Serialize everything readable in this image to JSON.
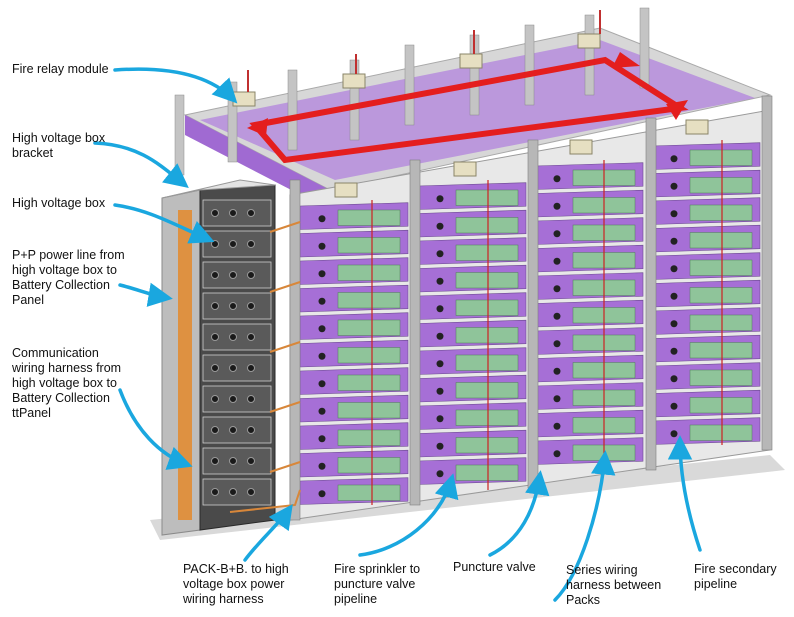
{
  "labels": {
    "fire_relay_module": "Fire relay module",
    "hv_box_bracket": "High voltage box\nbracket",
    "hv_box": "High voltage box",
    "pp_power_line": " P+P power line from\nhigh voltage box to\nBattery Collection\nPanel",
    "comm_harness": "Communication\nwiring harness from\nhigh voltage box to\nBattery Collection\nttPanel",
    "pack_harness": "PACK-B+B. to high\nvoltage box power\nwiring harness",
    "fire_sprinkler": "Fire sprinkler to\npuncture valve\npipeline",
    "puncture_valve": "Puncture valve",
    "series_harness": "Series wiring\nharness between\n Packs",
    "fire_secondary": "Fire secondary\npipeline"
  },
  "colors": {
    "leader": "#1aa7df",
    "fire_loop": "#e41e1e",
    "module_purple": "#a66fd6",
    "module_face": "#8fc49a",
    "frame": "#b7b7b7",
    "cable": "#d8873a"
  }
}
